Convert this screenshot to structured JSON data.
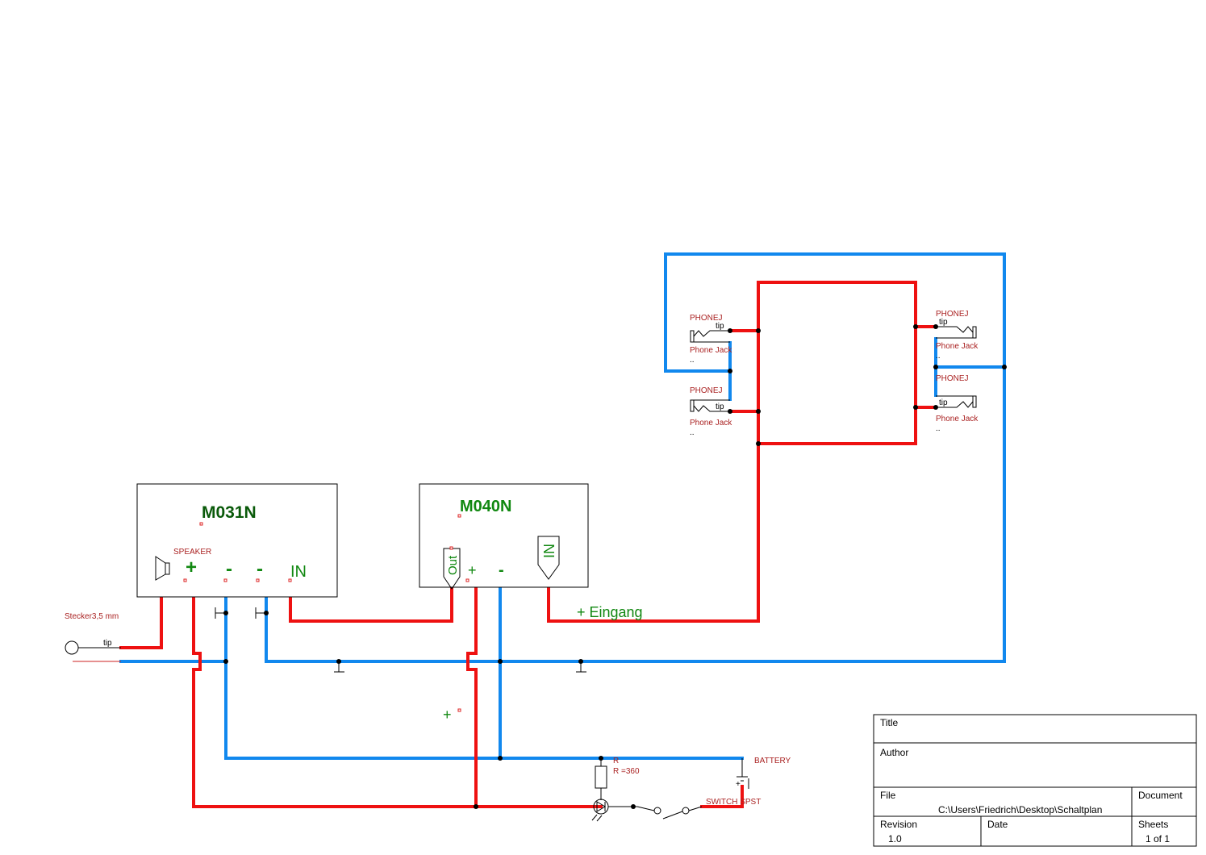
{
  "modules": {
    "m031n": {
      "title": "M031N",
      "speaker_label": "SPEAKER",
      "pin_plus": "+",
      "pin_minus1": "-",
      "pin_minus2": "-",
      "pin_in": "IN"
    },
    "m040n": {
      "title": "M040N",
      "pin_out": "Out",
      "pin_plus": "+",
      "pin_minus": "-",
      "pin_in": "IN"
    }
  },
  "labels": {
    "eingang": "+ Eingang",
    "stecker": "Stecker3,5 mm",
    "tip": "tip",
    "plus_marker": "+",
    "battery": "BATTERY",
    "resistor_ref": "R",
    "resistor_value": "R =360",
    "switch": "SWITCH SPST"
  },
  "jacks": [
    {
      "ref": "PHONEJ",
      "tip": "tip",
      "value": "Phone Jack",
      "extra": ".."
    },
    {
      "ref": "PHONEJ",
      "tip": "tip",
      "value": "Phone Jack",
      "extra": ".."
    },
    {
      "ref": "PHONEJ",
      "tip": "tip",
      "value": "Phone Jack",
      "extra": ".."
    },
    {
      "ref": "PHONEJ",
      "tip": "tip",
      "value": "Phone Jack",
      "extra": ".."
    }
  ],
  "title_block": {
    "title_label": "Title",
    "author_label": "Author",
    "file_label": "File",
    "file_value": "C:\\Users\\Friedrich\\Desktop\\Schaltplan",
    "document_label": "Document",
    "revision_label": "Revision",
    "revision_value": "1.0",
    "date_label": "Date",
    "sheets_label": "Sheets",
    "sheets_value": "1 of 1"
  },
  "colors": {
    "positive_wire": "#ee1111",
    "negative_wire": "#1188ee",
    "module_text": "#0a5a0a",
    "part_label": "#aa2222"
  }
}
